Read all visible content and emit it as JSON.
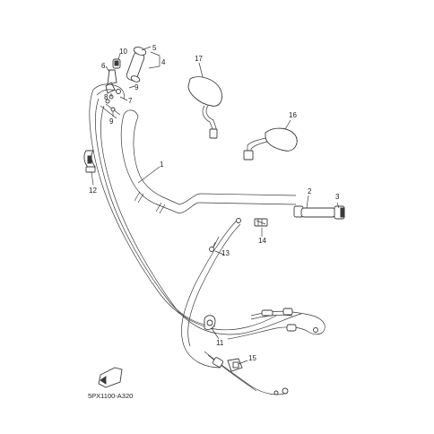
{
  "diagram": {
    "callouts": {
      "c1": "1",
      "c2": "2",
      "c3": "3",
      "c4": "4",
      "c5": "5",
      "c6": "6",
      "c7": "7",
      "c8": "8",
      "c9a": "9",
      "c9b": "9",
      "c10": "10",
      "c11": "11",
      "c12": "12",
      "c13": "13",
      "c14": "14",
      "c15": "15",
      "c16": "16",
      "c17": "17"
    },
    "drawing_code": "5PX1100-A320",
    "front_mark": "FWD"
  }
}
